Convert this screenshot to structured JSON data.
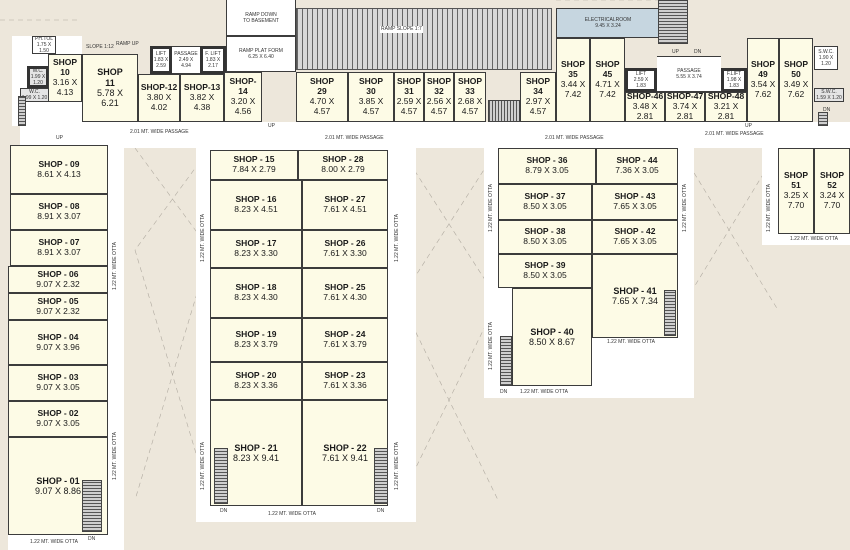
{
  "colors": {
    "background": "#ede7db",
    "shop_fill": "#fdfbe6",
    "wall": "#3c3c3c",
    "electrical": "#c6d6e0"
  },
  "shops": {
    "s01": {
      "name": "SHOP - 01",
      "dim": "9.07 X 8.86"
    },
    "s02": {
      "name": "SHOP - 02",
      "dim": "9.07 X 3.05"
    },
    "s03": {
      "name": "SHOP - 03",
      "dim": "9.07 X 3.05"
    },
    "s04": {
      "name": "SHOP - 04",
      "dim": "9.07 X 3.96"
    },
    "s05": {
      "name": "SHOP - 05",
      "dim": "9.07 X 2.32"
    },
    "s06": {
      "name": "SHOP - 06",
      "dim": "9.07 X 2.32"
    },
    "s07": {
      "name": "SHOP - 07",
      "dim": "8.91 X 3.07"
    },
    "s08": {
      "name": "SHOP - 08",
      "dim": "8.91 X 3.07"
    },
    "s09": {
      "name": "SHOP - 09",
      "dim": "8.61 X 4.13"
    },
    "s10": {
      "name": "SHOP\n10",
      "dim": "3.16 X\n4.13"
    },
    "s11": {
      "name": "SHOP\n11",
      "dim": "5.78 X\n6.21"
    },
    "s12": {
      "name": "SHOP-12",
      "dim": "3.80 X\n4.02"
    },
    "s13": {
      "name": "SHOP-13",
      "dim": "3.82 X\n4.38"
    },
    "s14": {
      "name": "SHOP-14",
      "dim": "3.20 X\n4.56"
    },
    "s15": {
      "name": "SHOP - 15",
      "dim": "7.84 X 2.79"
    },
    "s16": {
      "name": "SHOP - 16",
      "dim": "8.23 X 4.51"
    },
    "s17": {
      "name": "SHOP - 17",
      "dim": "8.23 X 3.30"
    },
    "s18": {
      "name": "SHOP - 18",
      "dim": "8.23 X 4.30"
    },
    "s19": {
      "name": "SHOP - 19",
      "dim": "8.23 X 3.79"
    },
    "s20": {
      "name": "SHOP - 20",
      "dim": "8.23 X 3.36"
    },
    "s21": {
      "name": "SHOP - 21",
      "dim": "8.23 X 9.41"
    },
    "s22": {
      "name": "SHOP - 22",
      "dim": "7.61 X 9.41"
    },
    "s23": {
      "name": "SHOP - 23",
      "dim": "7.61 X 3.36"
    },
    "s24": {
      "name": "SHOP - 24",
      "dim": "7.61 X 3.79"
    },
    "s25": {
      "name": "SHOP - 25",
      "dim": "7.61 X 4.30"
    },
    "s26": {
      "name": "SHOP - 26",
      "dim": "7.61 X 3.30"
    },
    "s27": {
      "name": "SHOP - 27",
      "dim": "7.61 X 4.51"
    },
    "s28": {
      "name": "SHOP - 28",
      "dim": "8.00 X 2.79"
    },
    "s29": {
      "name": "SHOP\n29",
      "dim": "4.70 X\n4.57"
    },
    "s30": {
      "name": "SHOP\n30",
      "dim": "3.85 X\n4.57"
    },
    "s31": {
      "name": "SHOP\n31",
      "dim": "2.59 X\n4.57"
    },
    "s32": {
      "name": "SHOP\n32",
      "dim": "2.56 X\n4.57"
    },
    "s33": {
      "name": "SHOP\n33",
      "dim": "2.68 X\n4.57"
    },
    "s34": {
      "name": "SHOP\n34",
      "dim": "2.97 X\n4.57"
    },
    "s35": {
      "name": "SHOP\n35",
      "dim": "3.44 X\n7.42"
    },
    "s36": {
      "name": "SHOP - 36",
      "dim": "8.79 X 3.05"
    },
    "s37": {
      "name": "SHOP - 37",
      "dim": "8.50 X 3.05"
    },
    "s38": {
      "name": "SHOP - 38",
      "dim": "8.50 X 3.05"
    },
    "s39": {
      "name": "SHOP - 39",
      "dim": "8.50 X 3.05"
    },
    "s40": {
      "name": "SHOP - 40",
      "dim": "8.50 X 8.67"
    },
    "s41": {
      "name": "SHOP - 41",
      "dim": "7.65 X 7.34"
    },
    "s42": {
      "name": "SHOP - 42",
      "dim": "7.65 X 3.05"
    },
    "s43": {
      "name": "SHOP - 43",
      "dim": "7.65 X 3.05"
    },
    "s44": {
      "name": "SHOP - 44",
      "dim": "7.36 X 3.05"
    },
    "s45": {
      "name": "SHOP\n45",
      "dim": "4.71 X\n7.42"
    },
    "s46": {
      "name": "SHOP-46",
      "dim": "3.48 X\n2.81"
    },
    "s47": {
      "name": "SHOP-47",
      "dim": "3.74 X\n2.81"
    },
    "s48": {
      "name": "SHOP-48",
      "dim": "3.21 X\n2.81"
    },
    "s49": {
      "name": "SHOP\n49",
      "dim": "3.54 X\n7.62"
    },
    "s50": {
      "name": "SHOP\n50",
      "dim": "3.49 X\n7.62"
    },
    "s51": {
      "name": "SHOP\n51",
      "dim": "3.25 X\n7.70"
    },
    "s52": {
      "name": "SHOP\n52",
      "dim": "3.24 X\n7.70"
    }
  },
  "utilities": {
    "ph_toilet": "PH.TOL\n1.75 X\n1.50",
    "wc_left_1": "W.C.\n1.99 X\n1.20",
    "wc_left_2": "W.C.\n1.99 X 1.20",
    "lift_1": "LIFT\n1.83 X\n2.59",
    "passage_1": "PASSAGE\n2.49 X\n4.94",
    "lift_2": "F. LIFT\n1.83 X\n2.17",
    "ramp_platform": "RAMP PLAT FORM\n6.25 X 6.40",
    "ramp_down": "RAMP DOWN\nTO BASEMENT",
    "electrical_room": "ELECTRICALROOM\n9.45 X 3.24",
    "lift_3": "LIFT\n2.59 X\n1.83",
    "passage_2": "PASSAGE\n5.55 X 3.74",
    "lift_4": "F.LIFT\n1.98 X\n1.83",
    "wc_right_1": "S.W.C.\n1.90 X\n1.20",
    "wc_right_2": "S.W.C.\n1.59 X 1.20"
  },
  "labels": {
    "slope_1": "SLOPE 1:12",
    "ramp_up": "RAMP UP",
    "ramp_slope": "RAMP SLOPE 1:7",
    "passage_201": "2.01 MT. WIDE PASSAGE",
    "otta_122": "1.22 MT. WIDE OTTA",
    "up": "UP",
    "dn": "DN"
  }
}
